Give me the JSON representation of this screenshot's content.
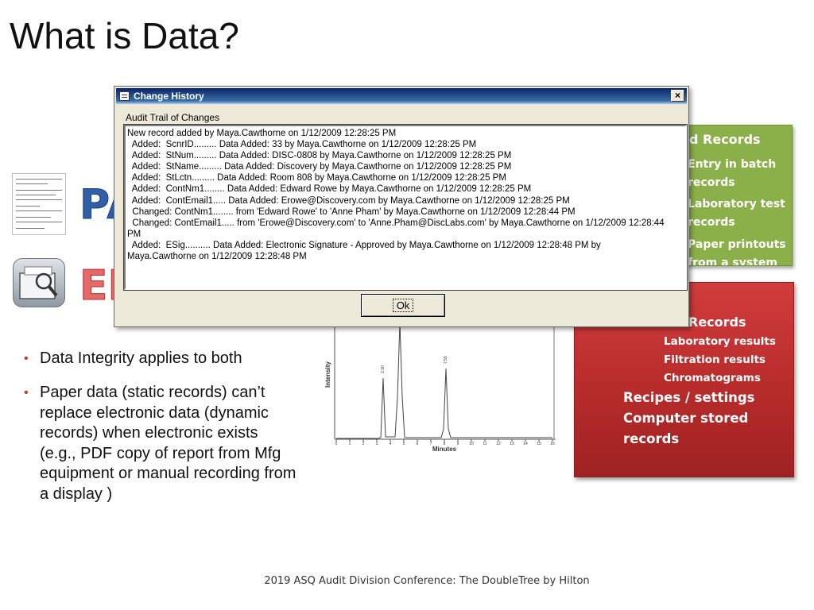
{
  "slide": {
    "title": "What is Data?",
    "footer": "2019 ASQ Audit Division Conference: The DoubleTree by Hilton"
  },
  "green_box": {
    "heading": "d Records",
    "items": [
      "Entry in batch records",
      "Laboratory test records",
      "Paper printouts from a system"
    ],
    "color": "#8bb04a"
  },
  "red_box": {
    "heading": "Records",
    "sub_items": [
      "Laboratory results",
      "Filtration results",
      "Chromatograms"
    ],
    "main_items": [
      "Recipes / settings",
      "Computer stored records"
    ],
    "color": "#c0332f"
  },
  "media": {
    "paper_word": "PA",
    "electronic_word": "EL"
  },
  "bullets": [
    "Data Integrity applies to both",
    "Paper data (static records) can’t replace electronic data (dynamic records) when electronic exists (e.g., PDF copy of report from Mfg equipment or manual recording from a display )"
  ],
  "chromatogram": {
    "ylabel": "Intensity",
    "xlabel": "Minutes",
    "x_ticks": [
      "0",
      "1",
      "2",
      "3",
      "4",
      "5",
      "6",
      "7",
      "8",
      "9",
      "10",
      "11",
      "12",
      "13",
      "14",
      "15",
      "16"
    ],
    "peak_labels": [
      "3.30",
      "7.55"
    ]
  },
  "dialog": {
    "title": "Change History",
    "group_label": "Audit Trail of Changes",
    "close_label": "×",
    "ok_label": "Ok",
    "log_lines": [
      "New record added by Maya.Cawthorne on 1/12/2009 12:28:25 PM",
      "  Added:  ScnrID......... Data Added: 33 by Maya.Cawthorne on 1/12/2009 12:28:25 PM",
      "  Added:  StNum......... Data Added: DISC-0808 by Maya.Cawthorne on 1/12/2009 12:28:25 PM",
      "  Added:  StName......... Data Added: Discovery by Maya.Cawthorne on 1/12/2009 12:28:25 PM",
      "  Added:  StLctn......... Data Added: Room 808 by Maya.Cawthorne on 1/12/2009 12:28:25 PM",
      "  Added:  ContNm1........ Data Added: Edward Rowe by Maya.Cawthorne on 1/12/2009 12:28:25 PM",
      "  Added:  ContEmail1..... Data Added: Erowe@Discovery.com by Maya.Cawthorne on 1/12/2009 12:28:25 PM",
      "  Changed: ContNm1........ from 'Edward Rowe' to 'Anne Pham' by Maya.Cawthorne on 1/12/2009 12:28:44 PM",
      "  Changed: ContEmail1..... from 'Erowe@Discovery.com' to 'Anne.Pham@DiscLabs.com' by Maya.Cawthorne on 1/12/2009 12:28:44",
      "PM",
      "  Added:  ESig.......... Data Added: Electronic Signature - Approved by Maya.Cawthorne on 1/12/2009 12:28:48 PM by",
      "Maya.Cawthorne on 1/12/2009 12:28:48 PM"
    ]
  }
}
